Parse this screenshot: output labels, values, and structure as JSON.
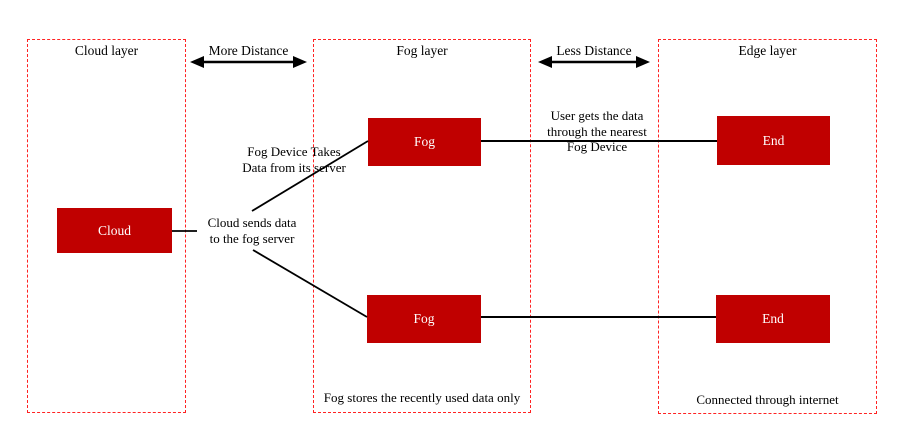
{
  "diagram": {
    "colors": {
      "node_fill": "#c00000",
      "node_text": "#ffffff",
      "layer_border": "#ff2222",
      "connector": "#000000"
    },
    "layers": [
      {
        "title": "Cloud layer"
      },
      {
        "title": "Fog layer",
        "footnote": "Fog stores the recently used data only"
      },
      {
        "title": "Edge layer",
        "footnote": "Connected through internet"
      }
    ],
    "distance": {
      "more": "More Distance",
      "less": "Less Distance"
    },
    "nodes": {
      "cloud": "Cloud",
      "fog_top": "Fog",
      "fog_bottom": "Fog",
      "end_top": "End",
      "end_bottom": "End"
    },
    "annotations": {
      "fog_takes": {
        "line1": "Fog Device Takes",
        "line2": "Data from its server"
      },
      "cloud_sends": {
        "line1": "Cloud sends data",
        "line2": "to the fog server"
      },
      "user_gets": {
        "line1": "User gets the data",
        "line2": "through the nearest",
        "line3": "Fog Device"
      }
    }
  }
}
